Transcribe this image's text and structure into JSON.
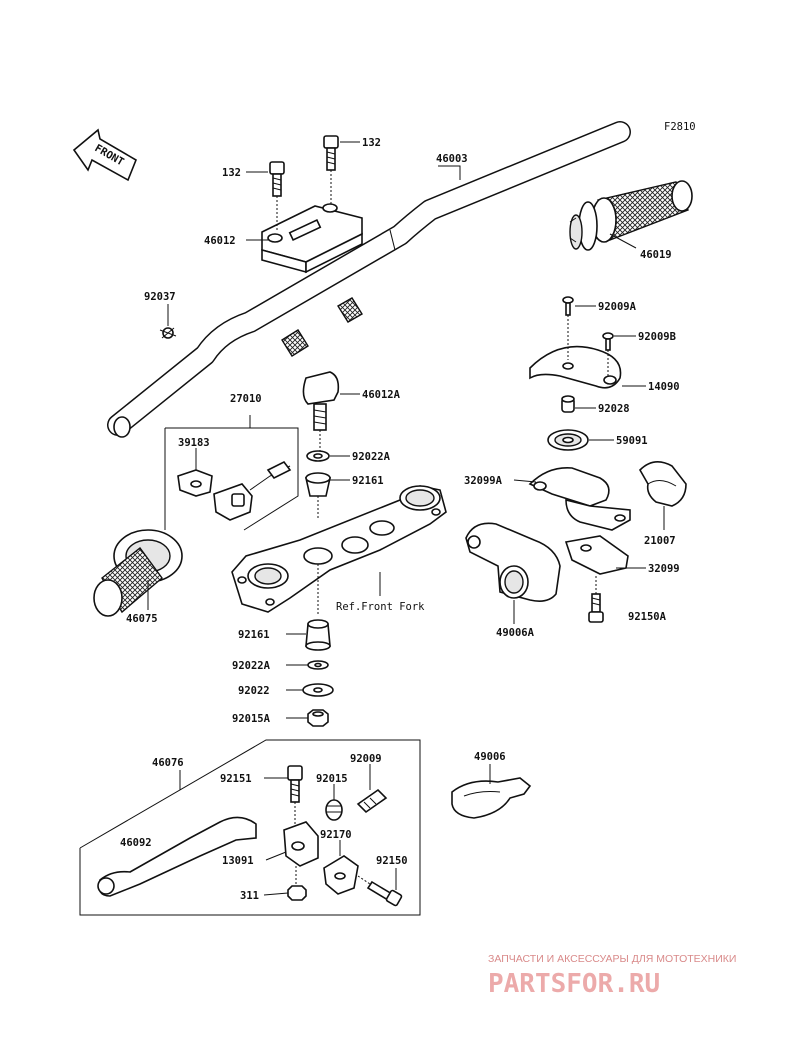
{
  "figure_code": "F2810",
  "front_arrow": "FRONT",
  "reference_note": "Ref.Front Fork",
  "labels": {
    "p132a": "132",
    "p132b": "132",
    "p46003": "46003",
    "p46012": "46012",
    "p46019": "46019",
    "p92037": "92037",
    "p92009A": "92009A",
    "p92009B": "92009B",
    "p14090": "14090",
    "p92028": "92028",
    "p27010": "27010",
    "p46012A": "46012A",
    "p39183": "39183",
    "p92022A_top": "92022A",
    "p59091": "59091",
    "p92161_top": "92161",
    "p32099A": "32099A",
    "p21007": "21007",
    "p32099": "32099",
    "p46075": "46075",
    "p49006A": "49006A",
    "p92150A": "92150A",
    "p92161_bot": "92161",
    "p92022A_bot": "92022A",
    "p92022": "92022",
    "p92015A": "92015A",
    "p46076": "46076",
    "p92009": "92009",
    "p49006": "49006",
    "p92151": "92151",
    "p92015": "92015",
    "p46092": "46092",
    "p92170": "92170",
    "p13091": "13091",
    "p92150": "92150",
    "p311": "311"
  },
  "watermark": {
    "tagline": "ЗАПЧАСТИ И АКСЕССУАРЫ ДЛЯ МОТОТЕХНИКИ",
    "brand": "PARTSFOR.RU"
  },
  "colors": {
    "ink": "#111111",
    "watermark_text": "#d98a8a",
    "watermark_brand": "#ecaaaa"
  }
}
